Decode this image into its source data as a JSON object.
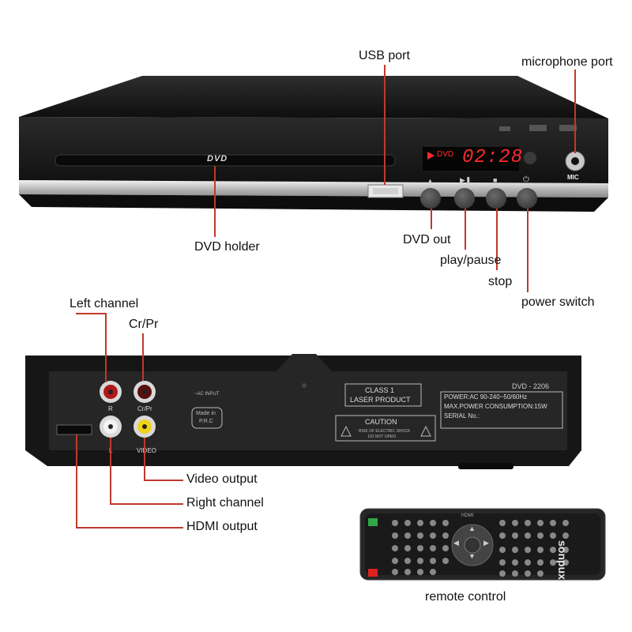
{
  "front": {
    "labels": {
      "usb_port": "USB port",
      "microphone_port": "microphone port",
      "dvd_holder": "DVD holder",
      "dvd_out": "DVD out",
      "play_pause": "play/pause",
      "stop": "stop",
      "power_switch": "power switch"
    },
    "tray_logo": "DVD",
    "display_mode": "DVD",
    "display_time": "02:28",
    "mic_text": "MIC"
  },
  "back": {
    "labels": {
      "left_channel": "Left channel",
      "cr_pr": "Cr/Pr",
      "video_output": "Video output",
      "right_channel": "Right channel",
      "hdmi_output": "HDMI output"
    },
    "jack_r": "R",
    "jack_crpr": "Cr/Pr",
    "jack_l": "L",
    "jack_video": "VIDEO",
    "ac_input": "~AC INPUT",
    "made_in": "Made in",
    "prc": "P.R.C",
    "class1": "CLASS 1",
    "laser_product": "LASER PRODUCT",
    "caution": "CAUTION",
    "caution_sub1": "RISK OF ELECTRIC SHOCK",
    "caution_sub2": "DO NOT OPEN",
    "model": "DVD - 2206",
    "power": "POWER:AC 90-240~50/60Hz",
    "max_power": "MAX.POWER CONSUMPTION:15W",
    "serial": "SERIAL No.:"
  },
  "remote": {
    "label": "remote control",
    "brand": "sonpux",
    "hdmi": "HDMI"
  },
  "colors": {
    "callout_line": "#c0392b",
    "display_red": "#ff2a2a",
    "body_black": "#1b1b1b"
  }
}
